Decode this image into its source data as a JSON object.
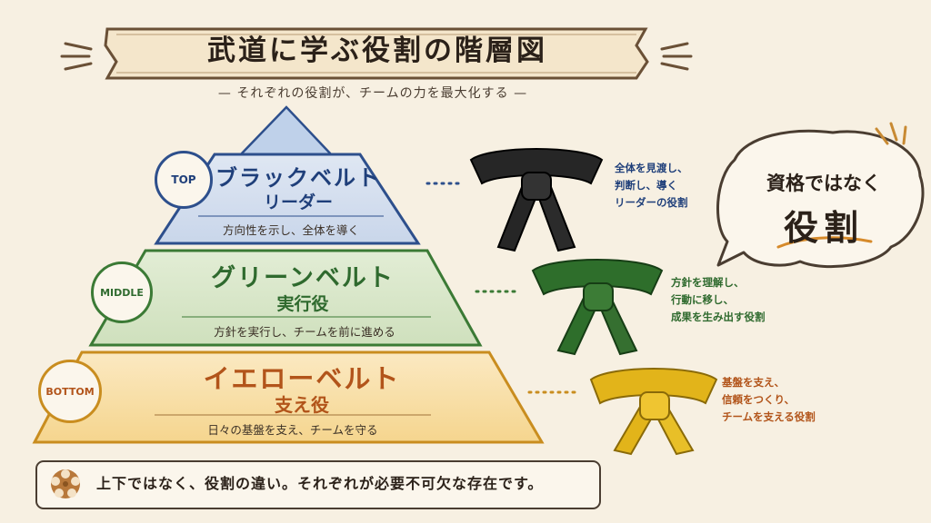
{
  "title": "武道に学ぶ役割の階層図",
  "subtitle": "— それぞれの役割が、チームの力を最大化する —",
  "tiers": [
    {
      "badge": "TOP",
      "name": "ブラックベルト",
      "role": "リーダー",
      "desc": "方向性を示し、全体を導く",
      "note": [
        "全体を見渡し、",
        "判断し、導く",
        "リーダーの役割"
      ],
      "color": "#1f3f7a"
    },
    {
      "badge": "MIDDLE",
      "name": "グリーンベルト",
      "role": "実行役",
      "desc": "方針を実行し、チームを前に進める",
      "note": [
        "方針を理解し、",
        "行動に移し、",
        "成果を生み出す役割"
      ],
      "color": "#2f6a2e"
    },
    {
      "badge": "BOTTOM",
      "name": "イエローベルト",
      "role": "支え役",
      "desc": "日々の基盤を支え、チームを守る",
      "note": [
        "基盤を支え、",
        "信頼をつくり、",
        "チームを支える役割"
      ],
      "color": "#b2541a"
    }
  ],
  "bubble": {
    "line1": "資格ではなく",
    "line2": "役割"
  },
  "footer": "上下ではなく、役割の違い。それぞれが必要不可欠な存在です。",
  "colors": {
    "background": "#f7f0e2",
    "black_belt": "#222222",
    "green_belt": "#2e6e2b",
    "yellow_belt": "#e2b41a"
  }
}
